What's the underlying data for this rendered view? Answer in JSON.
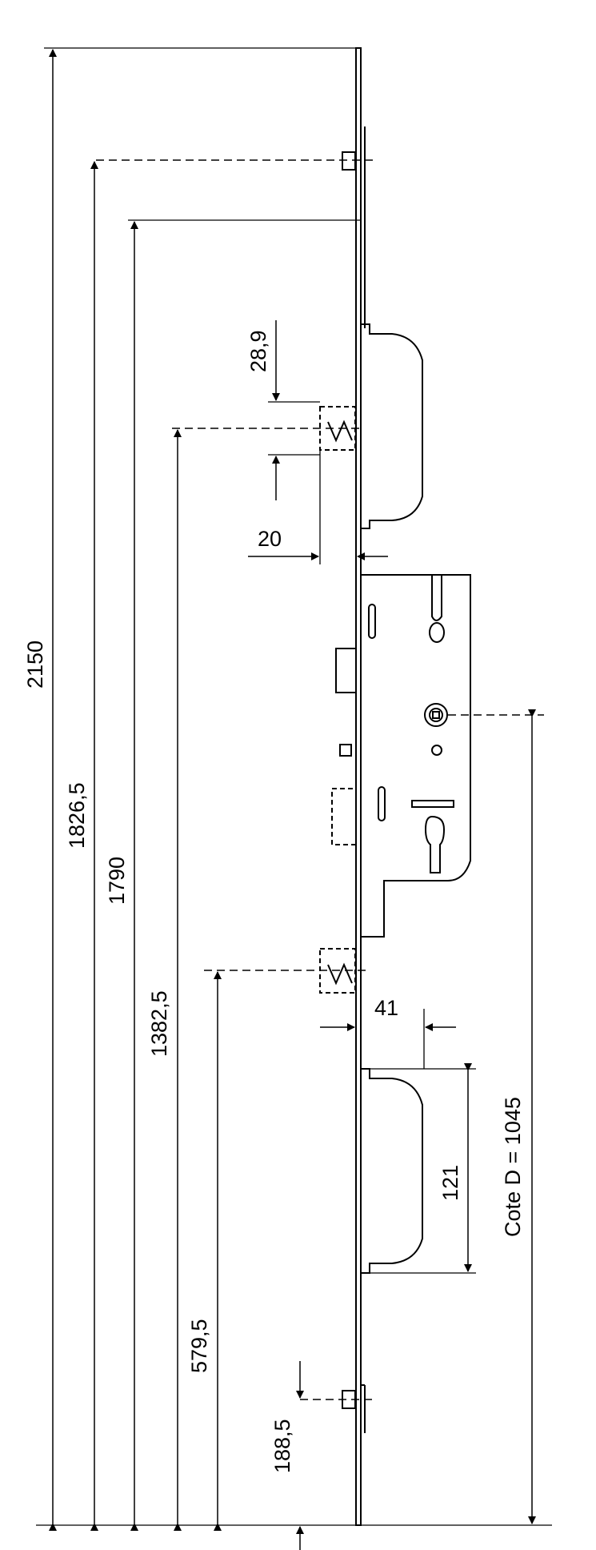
{
  "drawing": {
    "title": "",
    "line_color": "#000000",
    "background": "#ffffff"
  },
  "dimensions": {
    "total_height": "2150",
    "top_hook_height": "1826,5",
    "strip_step_height": "1790",
    "upper_bolt_height": "1382,5",
    "lower_bolt_height": "579,5",
    "bottom_hook_height": "188,5",
    "bolt_width": "28,9",
    "backset_upper": "20",
    "backset_lower": "41",
    "keeper_length": "121",
    "cote_d": "Cote D = 1045"
  }
}
